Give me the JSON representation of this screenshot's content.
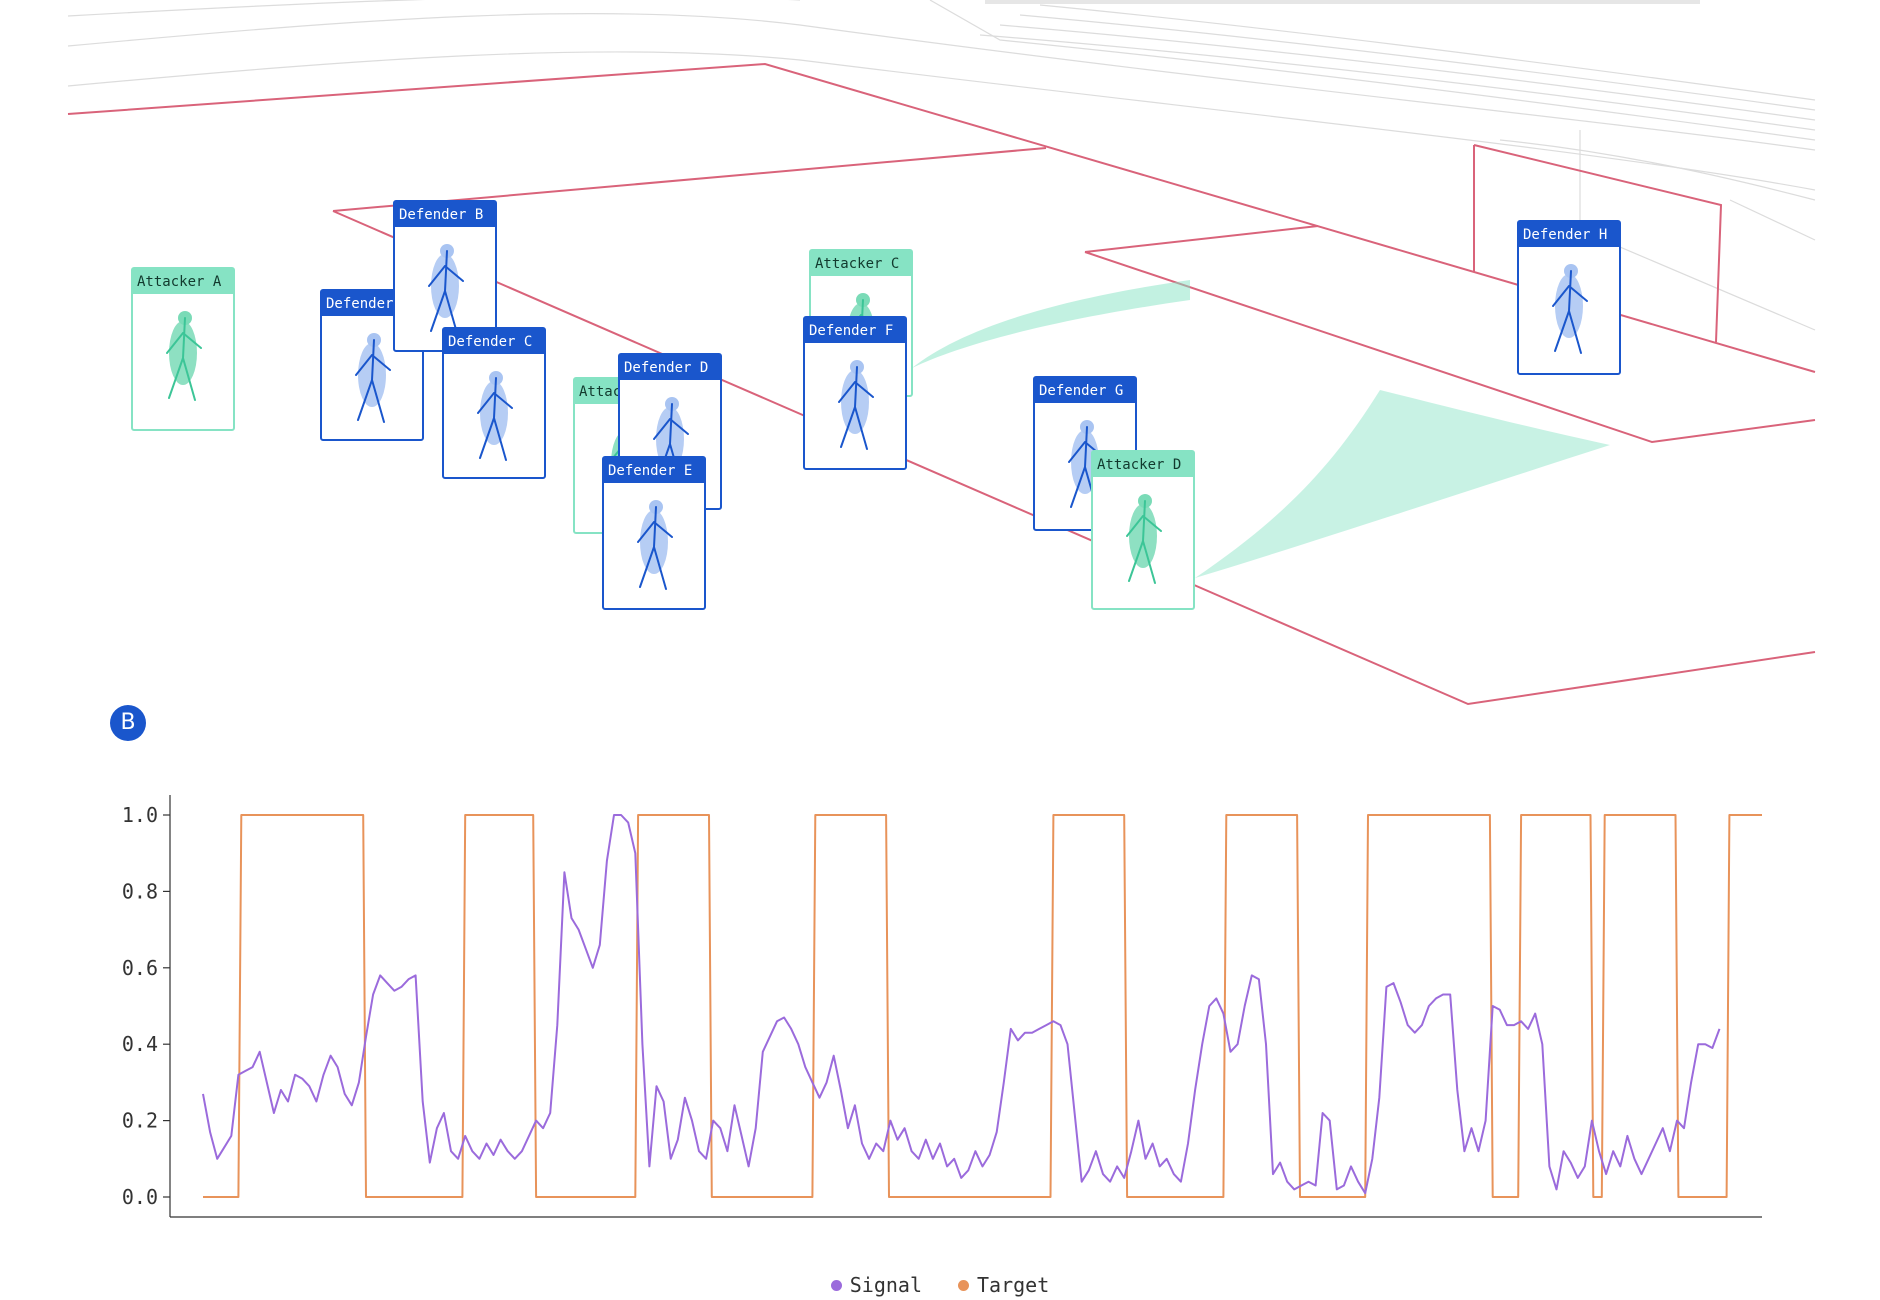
{
  "panel_label": "B",
  "colors": {
    "defender": "#1a56cc",
    "defender_fill": "#a9c4f2",
    "attacker": "#86e3c4",
    "attacker_fill": "#7adbb7",
    "field_line": "#d9637a",
    "signal": "#9b6bdc",
    "target": "#e8935a"
  },
  "players": [
    {
      "label": "Attacker A",
      "team": "attacker"
    },
    {
      "label": "Defender A",
      "team": "defender"
    },
    {
      "label": "Defender B",
      "team": "defender"
    },
    {
      "label": "Defender C",
      "team": "defender"
    },
    {
      "label": "Attacker B",
      "team": "attacker"
    },
    {
      "label": "Defender D",
      "team": "defender"
    },
    {
      "label": "Defender E",
      "team": "defender"
    },
    {
      "label": "Attacker C",
      "team": "attacker"
    },
    {
      "label": "Defender F",
      "team": "defender"
    },
    {
      "label": "Defender G",
      "team": "defender"
    },
    {
      "label": "Attacker D",
      "team": "attacker"
    },
    {
      "label": "Defender H",
      "team": "defender"
    }
  ],
  "chart_data": {
    "type": "line",
    "xlim": [
      0,
      100
    ],
    "ylim": [
      0,
      1.0
    ],
    "yticks": [
      "0.0",
      "0.2",
      "0.4",
      "0.6",
      "0.8",
      "1.0"
    ],
    "legend_position": "bottom-center",
    "grid": false,
    "series": [
      {
        "name": "Signal",
        "color": "#9b6bdc",
        "points": [
          [
            0,
            0.27
          ],
          [
            0.5,
            0.17
          ],
          [
            1,
            0.1
          ],
          [
            1.5,
            0.13
          ],
          [
            2,
            0.16
          ],
          [
            2.5,
            0.32
          ],
          [
            3,
            0.33
          ],
          [
            3.5,
            0.34
          ],
          [
            4,
            0.38
          ],
          [
            4.5,
            0.3
          ],
          [
            5,
            0.22
          ],
          [
            5.5,
            0.28
          ],
          [
            6,
            0.25
          ],
          [
            6.5,
            0.32
          ],
          [
            7,
            0.31
          ],
          [
            7.5,
            0.29
          ],
          [
            8,
            0.25
          ],
          [
            8.5,
            0.32
          ],
          [
            9,
            0.37
          ],
          [
            9.5,
            0.34
          ],
          [
            10,
            0.27
          ],
          [
            10.5,
            0.24
          ],
          [
            11,
            0.3
          ],
          [
            11.5,
            0.42
          ],
          [
            12,
            0.53
          ],
          [
            12.5,
            0.58
          ],
          [
            13,
            0.56
          ],
          [
            13.5,
            0.54
          ],
          [
            14,
            0.55
          ],
          [
            14.5,
            0.57
          ],
          [
            15,
            0.58
          ],
          [
            15.5,
            0.25
          ],
          [
            16,
            0.09
          ],
          [
            16.5,
            0.18
          ],
          [
            17,
            0.22
          ],
          [
            17.5,
            0.12
          ],
          [
            18,
            0.1
          ],
          [
            18.5,
            0.16
          ],
          [
            19,
            0.12
          ],
          [
            19.5,
            0.1
          ],
          [
            20,
            0.14
          ],
          [
            20.5,
            0.11
          ],
          [
            21,
            0.15
          ],
          [
            21.5,
            0.12
          ],
          [
            22,
            0.1
          ],
          [
            22.5,
            0.12
          ],
          [
            23,
            0.16
          ],
          [
            23.5,
            0.2
          ],
          [
            24,
            0.18
          ],
          [
            24.5,
            0.22
          ],
          [
            25,
            0.45
          ],
          [
            25.5,
            0.85
          ],
          [
            26,
            0.73
          ],
          [
            26.5,
            0.7
          ],
          [
            27,
            0.65
          ],
          [
            27.5,
            0.6
          ],
          [
            28,
            0.66
          ],
          [
            28.5,
            0.88
          ],
          [
            29,
            1.0
          ],
          [
            29.5,
            1.0
          ],
          [
            30,
            0.98
          ],
          [
            30.5,
            0.9
          ],
          [
            31,
            0.4
          ],
          [
            31.5,
            0.08
          ],
          [
            32,
            0.29
          ],
          [
            32.5,
            0.25
          ],
          [
            33,
            0.1
          ],
          [
            33.5,
            0.15
          ],
          [
            34,
            0.26
          ],
          [
            34.5,
            0.2
          ],
          [
            35,
            0.12
          ],
          [
            35.5,
            0.1
          ],
          [
            36,
            0.2
          ],
          [
            36.5,
            0.18
          ],
          [
            37,
            0.12
          ],
          [
            37.5,
            0.24
          ],
          [
            38,
            0.16
          ],
          [
            38.5,
            0.08
          ],
          [
            39,
            0.18
          ],
          [
            39.5,
            0.38
          ],
          [
            40,
            0.42
          ],
          [
            40.5,
            0.46
          ],
          [
            41,
            0.47
          ],
          [
            41.5,
            0.44
          ],
          [
            42,
            0.4
          ],
          [
            42.5,
            0.34
          ],
          [
            43,
            0.3
          ],
          [
            43.5,
            0.26
          ],
          [
            44,
            0.3
          ],
          [
            44.5,
            0.37
          ],
          [
            45,
            0.28
          ],
          [
            45.5,
            0.18
          ],
          [
            46,
            0.24
          ],
          [
            46.5,
            0.14
          ],
          [
            47,
            0.1
          ],
          [
            47.5,
            0.14
          ],
          [
            48,
            0.12
          ],
          [
            48.5,
            0.2
          ],
          [
            49,
            0.15
          ],
          [
            49.5,
            0.18
          ],
          [
            50,
            0.12
          ],
          [
            50.5,
            0.1
          ],
          [
            51,
            0.15
          ],
          [
            51.5,
            0.1
          ],
          [
            52,
            0.14
          ],
          [
            52.5,
            0.08
          ],
          [
            53,
            0.1
          ],
          [
            53.5,
            0.05
          ],
          [
            54,
            0.07
          ],
          [
            54.5,
            0.12
          ],
          [
            55,
            0.08
          ],
          [
            55.5,
            0.11
          ],
          [
            56,
            0.17
          ],
          [
            56.5,
            0.3
          ],
          [
            57,
            0.44
          ],
          [
            57.5,
            0.41
          ],
          [
            58,
            0.43
          ],
          [
            58.5,
            0.43
          ],
          [
            59,
            0.44
          ],
          [
            59.5,
            0.45
          ],
          [
            60,
            0.46
          ],
          [
            60.5,
            0.45
          ],
          [
            61,
            0.4
          ],
          [
            61.5,
            0.22
          ],
          [
            62,
            0.04
          ],
          [
            62.5,
            0.07
          ],
          [
            63,
            0.12
          ],
          [
            63.5,
            0.06
          ],
          [
            64,
            0.04
          ],
          [
            64.5,
            0.08
          ],
          [
            65,
            0.05
          ],
          [
            65.5,
            0.12
          ],
          [
            66,
            0.2
          ],
          [
            66.5,
            0.1
          ],
          [
            67,
            0.14
          ],
          [
            67.5,
            0.08
          ],
          [
            68,
            0.1
          ],
          [
            68.5,
            0.06
          ],
          [
            69,
            0.04
          ],
          [
            69.5,
            0.14
          ],
          [
            70,
            0.28
          ],
          [
            70.5,
            0.4
          ],
          [
            71,
            0.5
          ],
          [
            71.5,
            0.52
          ],
          [
            72,
            0.48
          ],
          [
            72.5,
            0.38
          ],
          [
            73,
            0.4
          ],
          [
            73.5,
            0.5
          ],
          [
            74,
            0.58
          ],
          [
            74.5,
            0.57
          ],
          [
            75,
            0.4
          ],
          [
            75.5,
            0.06
          ],
          [
            76,
            0.09
          ],
          [
            76.5,
            0.04
          ],
          [
            77,
            0.02
          ],
          [
            77.5,
            0.03
          ],
          [
            78,
            0.04
          ],
          [
            78.5,
            0.03
          ],
          [
            79,
            0.22
          ],
          [
            79.5,
            0.2
          ],
          [
            80,
            0.02
          ],
          [
            80.5,
            0.03
          ],
          [
            81,
            0.08
          ],
          [
            81.5,
            0.04
          ],
          [
            82,
            0.01
          ],
          [
            82.5,
            0.1
          ],
          [
            83,
            0.26
          ],
          [
            83.5,
            0.55
          ],
          [
            84,
            0.56
          ],
          [
            84.5,
            0.51
          ],
          [
            85,
            0.45
          ],
          [
            85.5,
            0.43
          ],
          [
            86,
            0.45
          ],
          [
            86.5,
            0.5
          ],
          [
            87,
            0.52
          ],
          [
            87.5,
            0.53
          ],
          [
            88,
            0.53
          ],
          [
            88.5,
            0.28
          ],
          [
            89,
            0.12
          ],
          [
            89.5,
            0.18
          ],
          [
            90,
            0.12
          ],
          [
            90.5,
            0.2
          ],
          [
            91,
            0.5
          ],
          [
            91.5,
            0.49
          ],
          [
            92,
            0.45
          ],
          [
            92.5,
            0.45
          ],
          [
            93,
            0.46
          ],
          [
            93.5,
            0.44
          ],
          [
            94,
            0.48
          ],
          [
            94.5,
            0.4
          ],
          [
            95,
            0.08
          ],
          [
            95.5,
            0.02
          ],
          [
            96,
            0.12
          ],
          [
            96.5,
            0.09
          ],
          [
            97,
            0.05
          ],
          [
            97.5,
            0.08
          ],
          [
            98,
            0.2
          ],
          [
            98.5,
            0.12
          ],
          [
            99,
            0.06
          ],
          [
            99.5,
            0.12
          ],
          [
            100,
            0.08
          ],
          [
            100.5,
            0.16
          ],
          [
            101,
            0.1
          ],
          [
            101.5,
            0.06
          ],
          [
            102,
            0.1
          ],
          [
            102.5,
            0.14
          ],
          [
            103,
            0.18
          ],
          [
            103.5,
            0.12
          ],
          [
            104,
            0.2
          ],
          [
            104.5,
            0.18
          ],
          [
            105,
            0.3
          ],
          [
            105.5,
            0.4
          ],
          [
            106,
            0.4
          ],
          [
            106.5,
            0.39
          ],
          [
            107,
            0.44
          ]
        ]
      },
      {
        "name": "Target",
        "color": "#e8935a",
        "points": [
          [
            0,
            0
          ],
          [
            2.5,
            0
          ],
          [
            2.7,
            1
          ],
          [
            11.3,
            1
          ],
          [
            11.5,
            0
          ],
          [
            18.3,
            0
          ],
          [
            18.5,
            1
          ],
          [
            23.3,
            1
          ],
          [
            23.5,
            0
          ],
          [
            30.5,
            0
          ],
          [
            30.7,
            1
          ],
          [
            35.7,
            1
          ],
          [
            35.9,
            0
          ],
          [
            43.0,
            0
          ],
          [
            43.2,
            1
          ],
          [
            48.2,
            1
          ],
          [
            48.4,
            0
          ],
          [
            59.8,
            0
          ],
          [
            60.0,
            1
          ],
          [
            65.0,
            1
          ],
          [
            65.2,
            0
          ],
          [
            72.0,
            0
          ],
          [
            72.2,
            1
          ],
          [
            77.2,
            1
          ],
          [
            77.4,
            0
          ],
          [
            82.0,
            0
          ],
          [
            82.2,
            1
          ],
          [
            90.8,
            1
          ],
          [
            91.0,
            0
          ],
          [
            92.8,
            0
          ],
          [
            93.0,
            1
          ],
          [
            97.9,
            1
          ],
          [
            98.1,
            0
          ],
          [
            98.7,
            0
          ],
          [
            98.9,
            1
          ],
          [
            103.9,
            1
          ],
          [
            104.1,
            0
          ],
          [
            107.5,
            0
          ],
          [
            107.7,
            1
          ],
          [
            110,
            1
          ]
        ]
      }
    ]
  }
}
